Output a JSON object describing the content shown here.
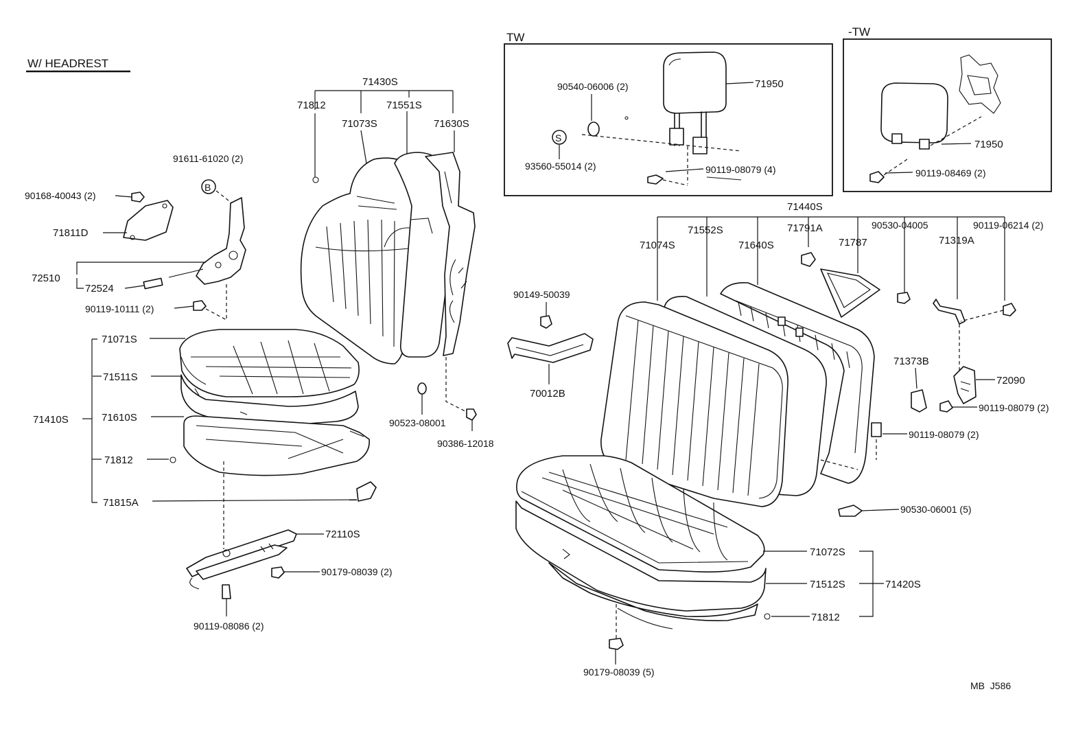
{
  "section_title": "W/ HEADREST",
  "inset_tw": {
    "title": "TW"
  },
  "inset_no_tw": {
    "title": "-TW"
  },
  "callouts": {
    "b": "B",
    "s": "S"
  },
  "labels": {
    "p71430S": "71430S",
    "p71812_top": "71812",
    "p71551S": "71551S",
    "p71073S": "71073S",
    "p71630S": "71630S",
    "p91611": "91611-61020 (2)",
    "p90168": "90168-40043 (2)",
    "p71811D": "71811D",
    "p72510": "72510",
    "p72524": "72524",
    "p90119_10111": "90119-10111 (2)",
    "p71071S": "71071S",
    "p71511S": "71511S",
    "p71410S": "71410S",
    "p71610S": "71610S",
    "p71812_mid": "71812",
    "p71815A": "71815A",
    "p72110S": "72110S",
    "p90179_08039_2": "90179-08039 (2)",
    "p90119_08086": "90119-08086 (2)",
    "p90523": "90523-08001",
    "p90386": "90386-12018",
    "p90540": "90540-06006 (2)",
    "p71950_tw": "71950",
    "p93560": "93560-55014 (2)",
    "p90119_08079_4": "90119-08079 (4)",
    "p71950_ntw": "71950",
    "p90119_08469": "90119-08469 (2)",
    "p71440S": "71440S",
    "p71552S": "71552S",
    "p71791A": "71791A",
    "p90530_04005": "90530-04005",
    "p90119_06214": "90119-06214 (2)",
    "p71074S": "71074S",
    "p71640S": "71640S",
    "p71787": "71787",
    "p71319A": "71319A",
    "p90149": "90149-50039",
    "p70012B": "70012B",
    "p71373B": "71373B",
    "p72090": "72090",
    "p90119_08079_2a": "90119-08079 (2)",
    "p90119_08079_2b": "90119-08079 (2)",
    "p90530_06001": "90530-06001 (5)",
    "p71072S": "71072S",
    "p71512S": "71512S",
    "p71420S": "71420S",
    "p71812_bot": "71812",
    "p90179_08039_5": "90179-08039 (5)"
  },
  "footer_code": "MB  J586"
}
